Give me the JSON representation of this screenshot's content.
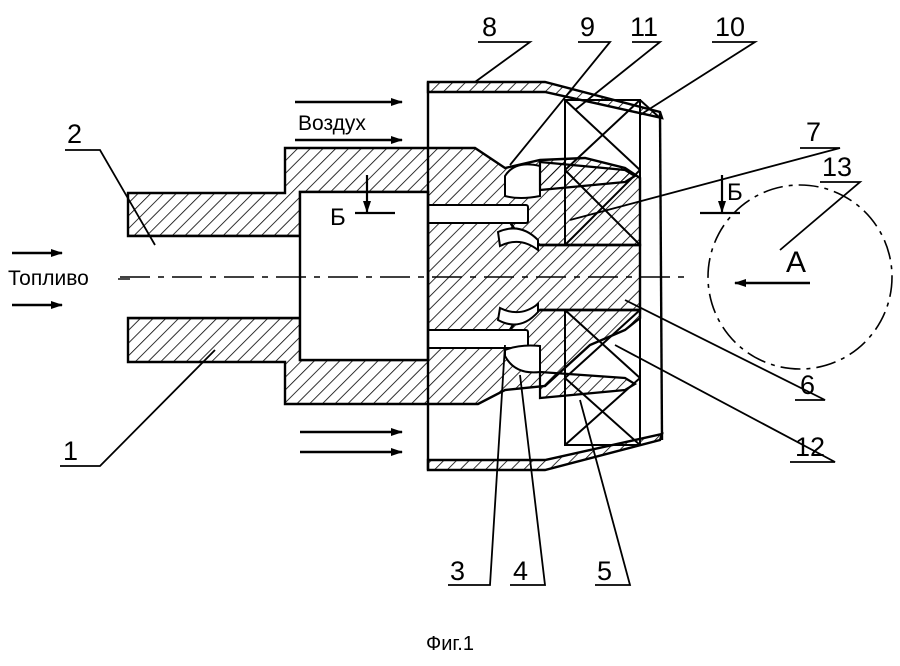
{
  "figure": {
    "caption": "Фиг.1",
    "flows": {
      "fuel": "Топливо",
      "air": "Воздух"
    },
    "view_marker": "А",
    "section_marker": "Б",
    "part_numbers": [
      "1",
      "2",
      "3",
      "4",
      "5",
      "6",
      "7",
      "8",
      "9",
      "10",
      "11",
      "12",
      "13"
    ]
  }
}
